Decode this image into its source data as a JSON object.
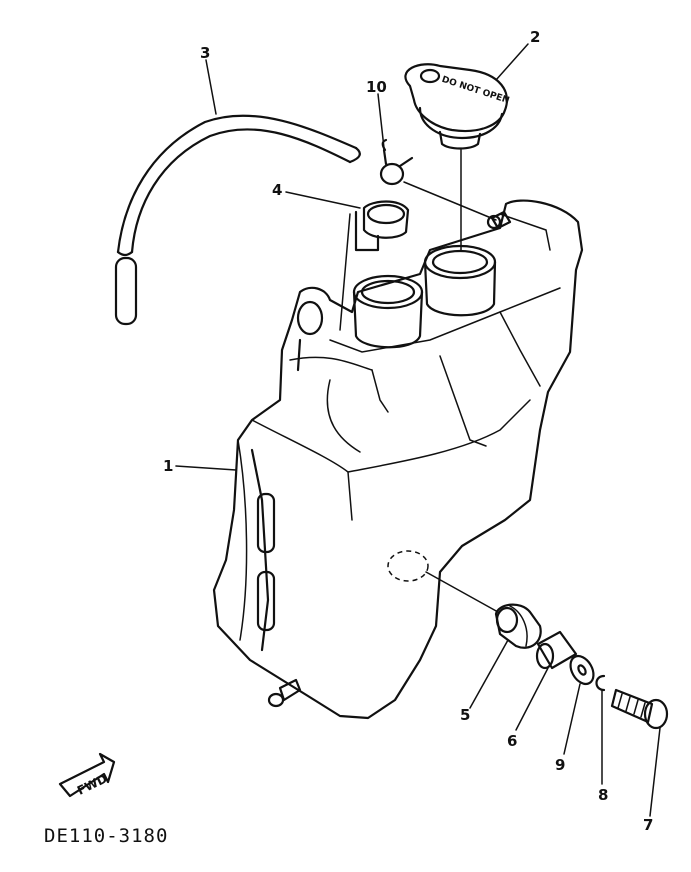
{
  "callouts": {
    "p1": "1",
    "p2": "2",
    "p3": "3",
    "p4": "4",
    "p5": "5",
    "p6": "6",
    "p7": "7",
    "p8": "8",
    "p9": "9",
    "p10": "10"
  },
  "fwd_label": "FWD",
  "cap_marking": "DO NOT OPEN",
  "diagram_code": "DE110-3180"
}
